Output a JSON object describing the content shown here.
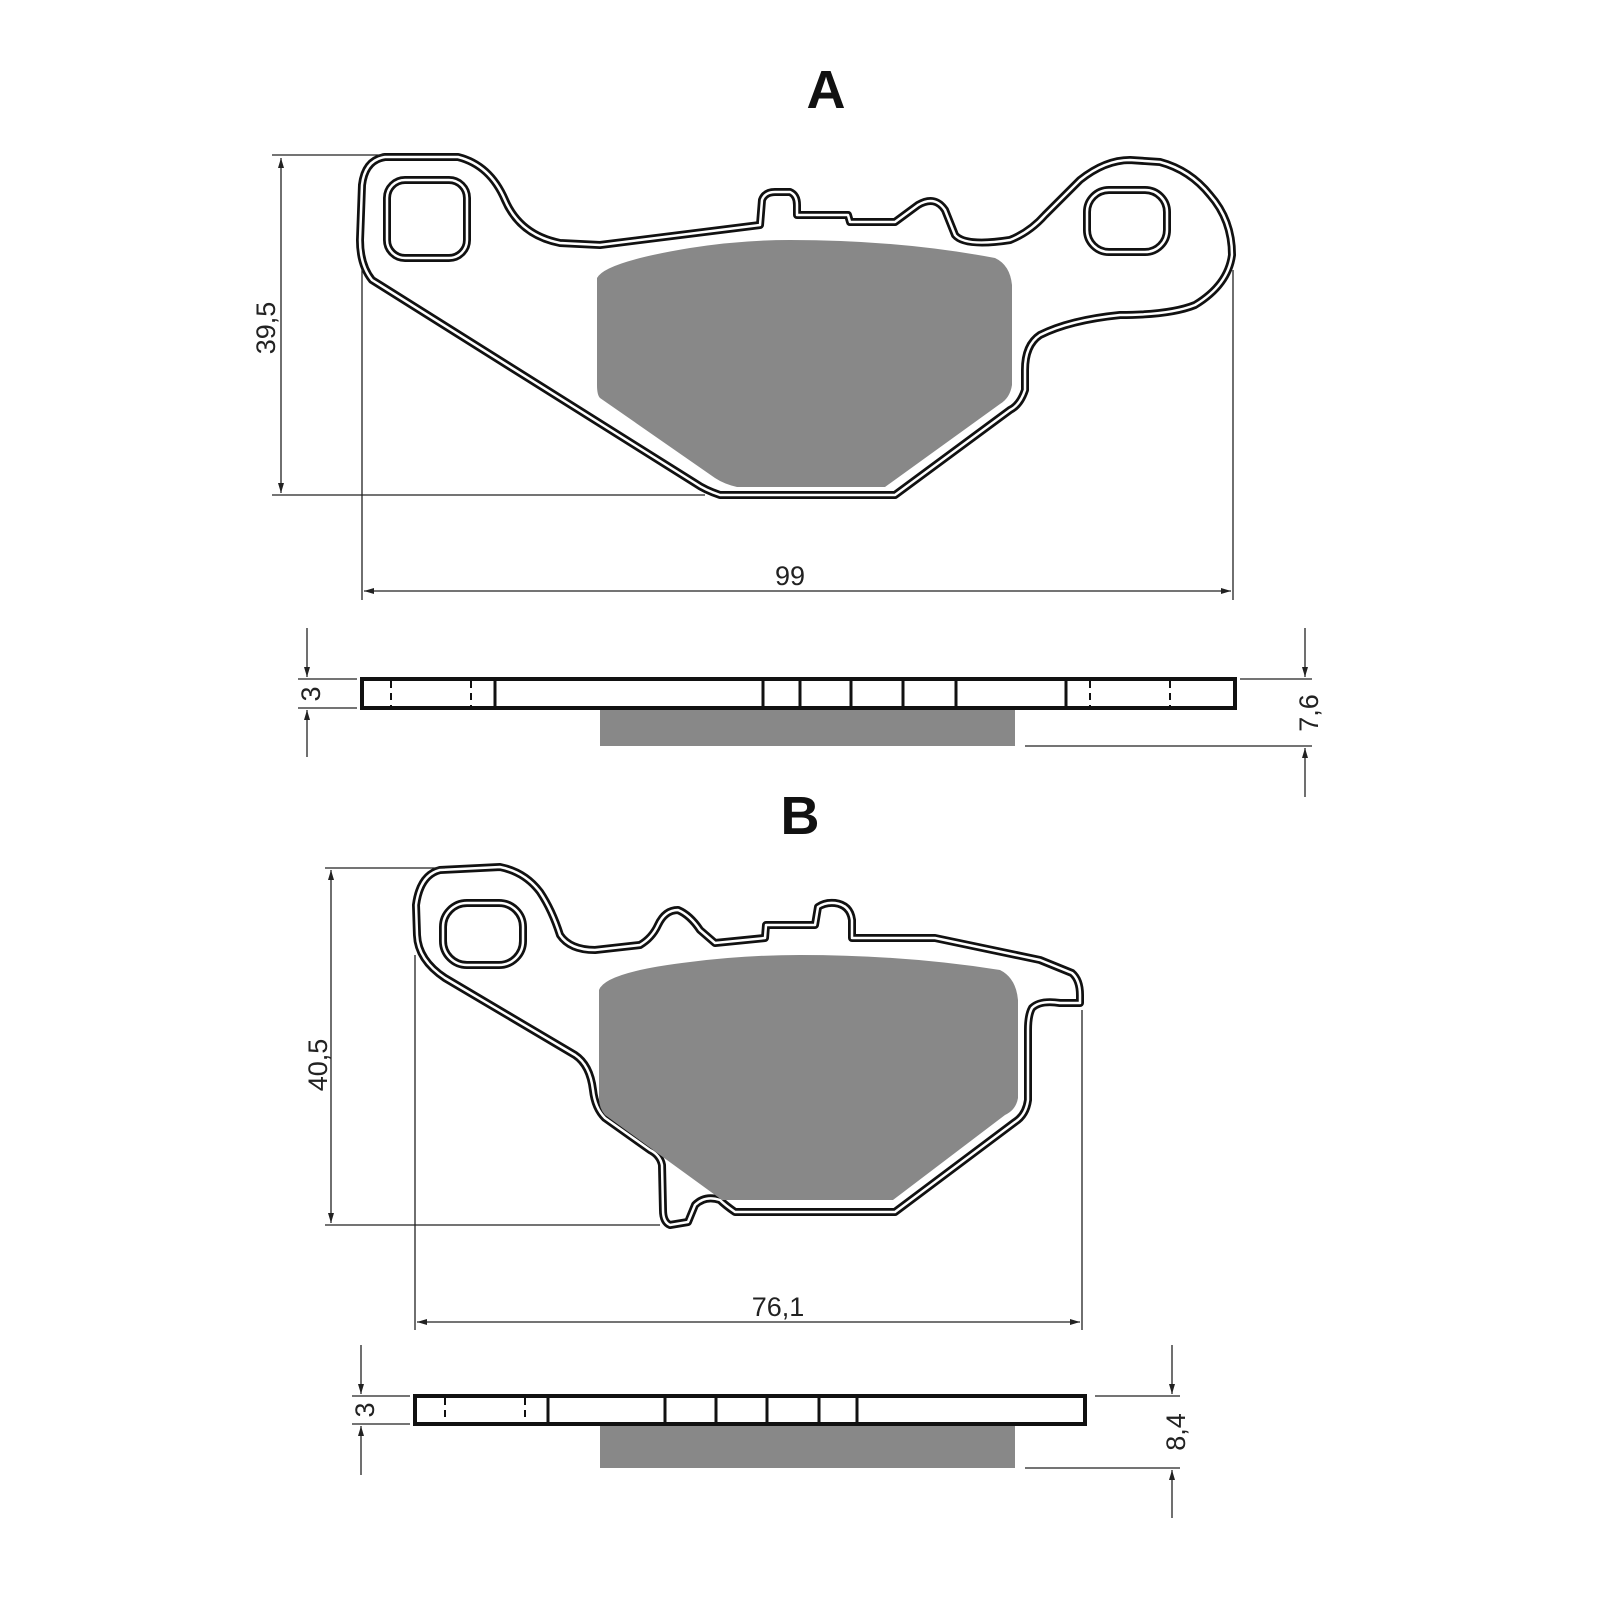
{
  "pads": [
    {
      "label": "A",
      "height": "39,5",
      "width": "99",
      "backplate_thickness": "3",
      "total_thickness": "7,6"
    },
    {
      "label": "B",
      "height": "40,5",
      "width": "76,1",
      "backplate_thickness": "3",
      "total_thickness": "8,4"
    }
  ],
  "colors": {
    "friction": "#888888",
    "outline": "#111111"
  }
}
